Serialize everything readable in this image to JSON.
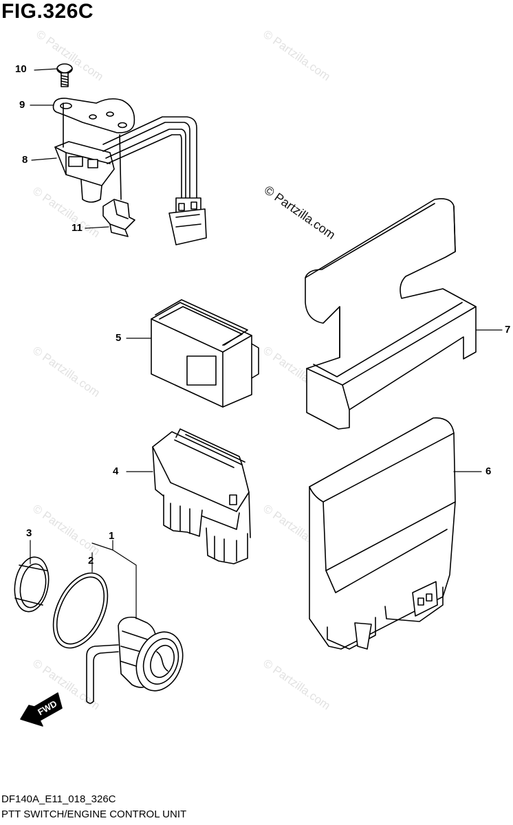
{
  "figure": {
    "title": "FIG.326C",
    "code": "DF140A_E11_018_326C",
    "name": "PTT SWITCH/ENGINE CONTROL UNIT"
  },
  "callouts": {
    "c10": "10",
    "c9": "9",
    "c8": "8",
    "c11": "11",
    "c5": "5",
    "c7": "7",
    "c4": "4",
    "c6": "6",
    "c3": "3",
    "c1": "1",
    "c2": "2"
  },
  "fwd_label": "FWD",
  "watermark": {
    "main": "© Partzilla.com",
    "faint": "© Partzilla.com"
  }
}
